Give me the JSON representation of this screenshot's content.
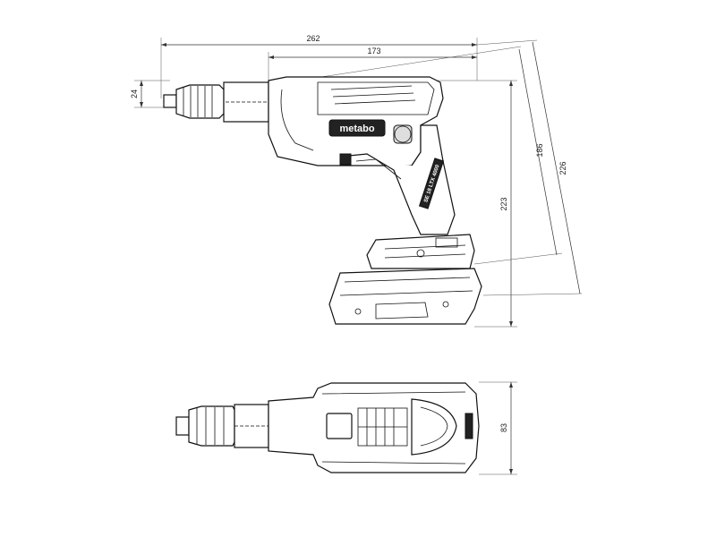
{
  "dimensions": {
    "overall_length": "262",
    "body_length": "173",
    "chuck_height": "24",
    "height": "223",
    "height_diagonal": "186",
    "overall_diagonal": "226",
    "width": "83"
  },
  "brand": {
    "logo": "metabo",
    "model_label": "SE 18 LTX 4000"
  },
  "colors": {
    "line": "#111111",
    "dimension": "#333333",
    "background": "#ffffff"
  }
}
